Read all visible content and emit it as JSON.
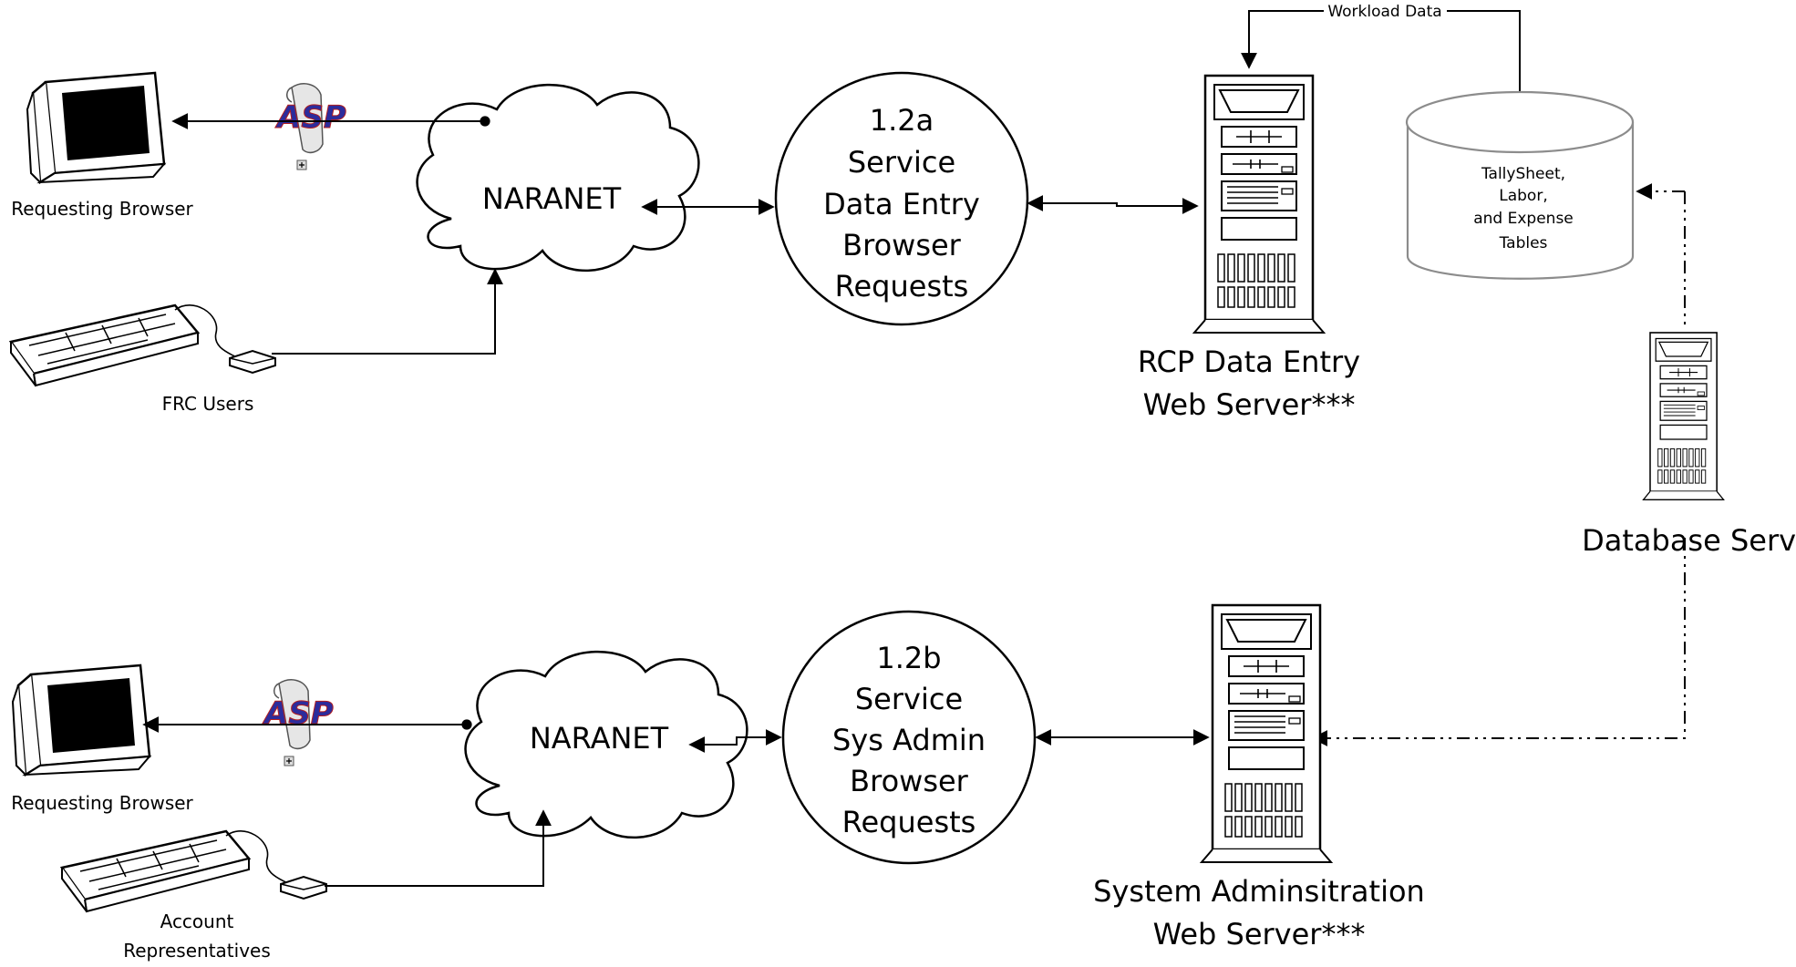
{
  "top": {
    "browser_label": "Requesting Browser",
    "users_label": "FRC Users",
    "cloud_label": "NARANET",
    "process": [
      "1.2a",
      "Service",
      "Data Entry",
      "Browser",
      "Requests"
    ],
    "server_label": [
      "RCP Data Entry",
      "Web Server***"
    ],
    "workload_label": "Workload Data"
  },
  "database": {
    "tables": [
      "TallySheet,",
      "Labor,",
      "and Expense",
      "Tables"
    ],
    "server_label": "Database Server"
  },
  "bottom": {
    "browser_label": "Requesting Browser",
    "users_label": [
      "Account",
      "Representatives"
    ],
    "cloud_label": "NARANET",
    "process": [
      "1.2b",
      "Service",
      "Sys Admin",
      "Browser",
      "Requests"
    ],
    "server_label": [
      "System Adminsitration",
      "Web Server***"
    ]
  },
  "asp_label": "ASP"
}
